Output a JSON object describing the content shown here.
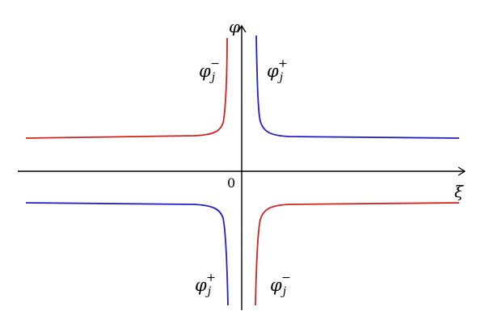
{
  "axes": {
    "x_label": "ξ",
    "y_label": "φ",
    "origin_label": "0"
  },
  "curves": [
    {
      "id": "upper-left",
      "color": "#d42020",
      "label_base": "φ",
      "label_sub": "j",
      "label_sup": "−"
    },
    {
      "id": "upper-right",
      "color": "#2020c8",
      "label_base": "φ",
      "label_sub": "j",
      "label_sup": "+"
    },
    {
      "id": "lower-left",
      "color": "#2020c8",
      "label_base": "φ",
      "label_sub": "j",
      "label_sup": "+"
    },
    {
      "id": "lower-right",
      "color": "#d42020",
      "label_base": "φ",
      "label_sub": "j",
      "label_sup": "−"
    }
  ]
}
